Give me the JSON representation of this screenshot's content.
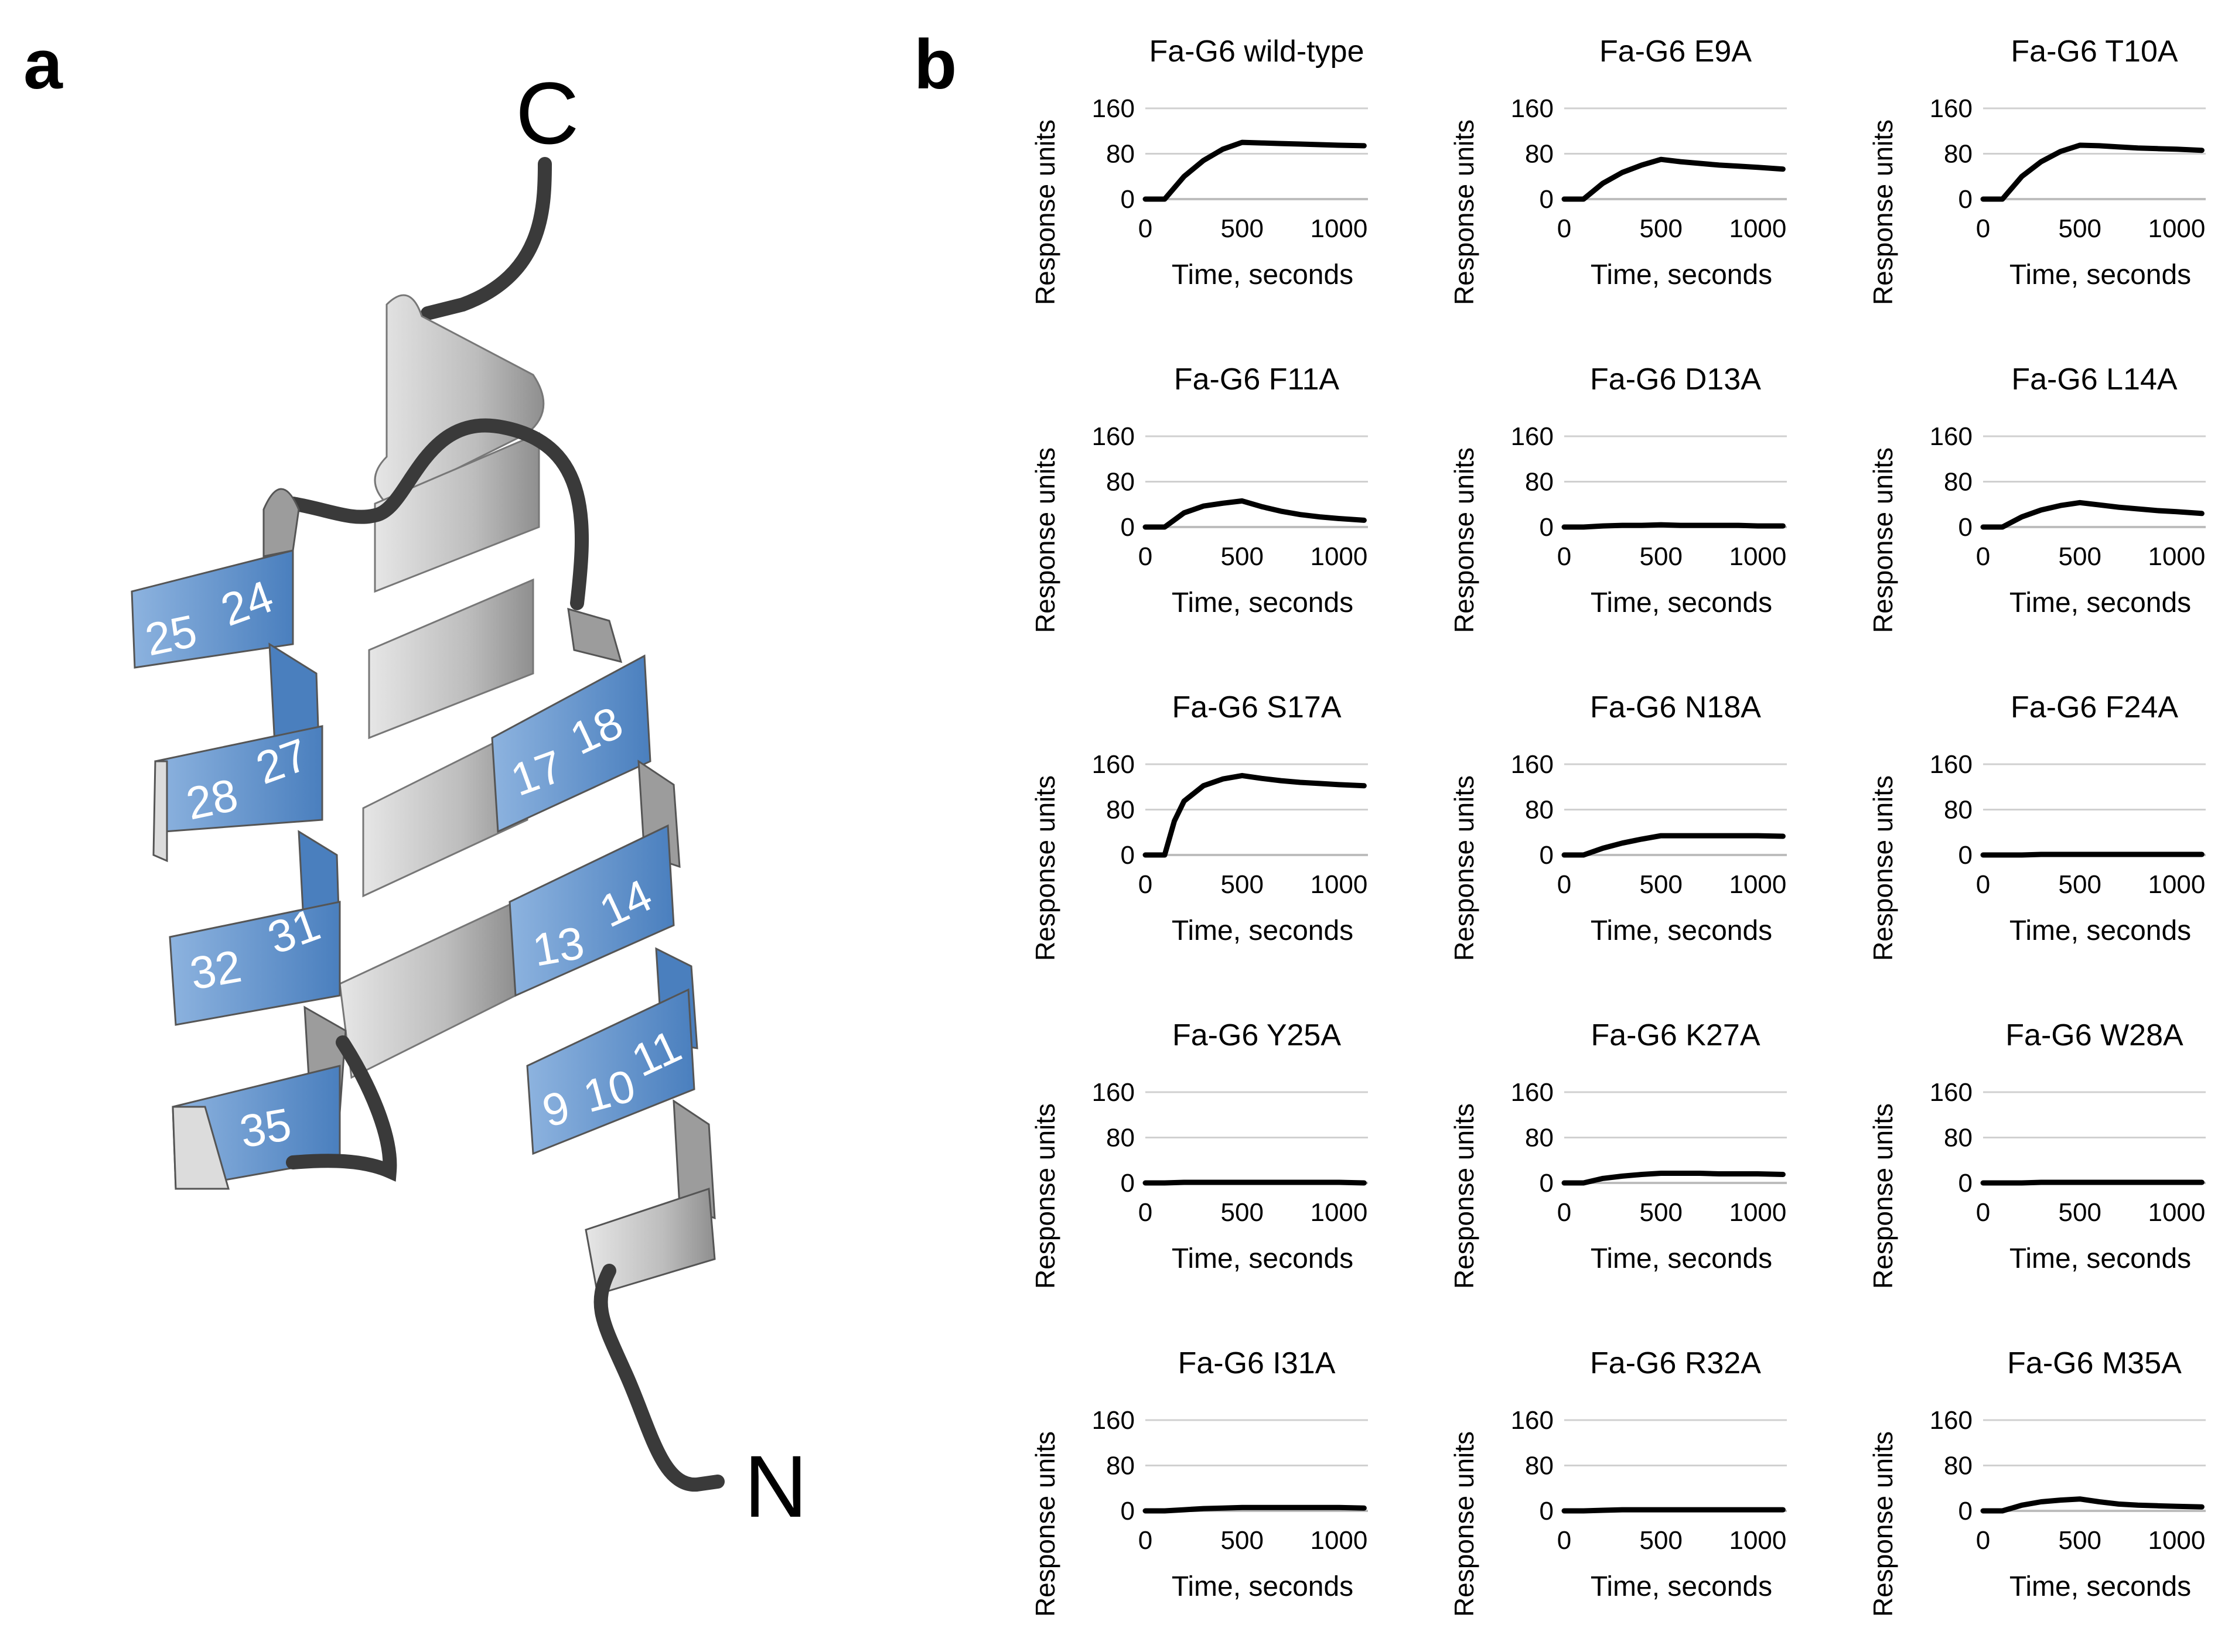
{
  "panels": {
    "a": "a",
    "b": "b"
  },
  "termini": {
    "c": "C",
    "n": "N"
  },
  "residue_labels": [
    "25",
    "24",
    "28",
    "27",
    "32",
    "31",
    "35",
    "17",
    "18",
    "13",
    "14",
    "9",
    "10",
    "11"
  ],
  "colors": {
    "helix_blue": "#5b8fc9",
    "helix_grey": "#c9c9c9",
    "loop": "#3a3a3a",
    "curve": "#000000"
  },
  "chart_data": [
    {
      "type": "line",
      "title": "Fa-G6 wild-type",
      "xlabel": "Time, seconds",
      "ylabel": "Response units",
      "xlim": [
        0,
        1150
      ],
      "ylim": [
        0,
        160
      ],
      "xticks": [
        0,
        500,
        1000
      ],
      "yticks": [
        0,
        80,
        160
      ],
      "x": [
        0,
        100,
        200,
        300,
        400,
        500,
        600,
        700,
        800,
        900,
        1000,
        1130
      ],
      "y": [
        0,
        0,
        40,
        68,
        88,
        100,
        99,
        98,
        97,
        96,
        95,
        94
      ]
    },
    {
      "type": "line",
      "title": "Fa-G6 E9A",
      "xlabel": "Time, seconds",
      "ylabel": "Response units",
      "xlim": [
        0,
        1150
      ],
      "ylim": [
        0,
        160
      ],
      "xticks": [
        0,
        500,
        1000
      ],
      "yticks": [
        0,
        80,
        160
      ],
      "x": [
        0,
        100,
        200,
        300,
        400,
        500,
        600,
        700,
        800,
        900,
        1000,
        1130
      ],
      "y": [
        0,
        0,
        28,
        47,
        60,
        70,
        66,
        63,
        60,
        58,
        56,
        53
      ]
    },
    {
      "type": "line",
      "title": "Fa-G6 T10A",
      "xlabel": "Time, seconds",
      "ylabel": "Response units",
      "xlim": [
        0,
        1150
      ],
      "ylim": [
        0,
        160
      ],
      "xticks": [
        0,
        500,
        1000
      ],
      "yticks": [
        0,
        80,
        160
      ],
      "x": [
        0,
        100,
        200,
        300,
        400,
        500,
        600,
        700,
        800,
        900,
        1000,
        1130
      ],
      "y": [
        0,
        0,
        40,
        66,
        84,
        95,
        94,
        92,
        90,
        89,
        88,
        86
      ]
    },
    {
      "type": "line",
      "title": "Fa-G6 F11A",
      "xlabel": "Time, seconds",
      "ylabel": "Response units",
      "xlim": [
        0,
        1150
      ],
      "ylim": [
        0,
        160
      ],
      "xticks": [
        0,
        500,
        1000
      ],
      "yticks": [
        0,
        80,
        160
      ],
      "x": [
        0,
        100,
        200,
        300,
        400,
        500,
        600,
        700,
        800,
        900,
        1000,
        1130
      ],
      "y": [
        0,
        0,
        25,
        37,
        42,
        46,
        36,
        28,
        22,
        18,
        15,
        12
      ]
    },
    {
      "type": "line",
      "title": "Fa-G6 D13A",
      "xlabel": "Time, seconds",
      "ylabel": "Response units",
      "xlim": [
        0,
        1150
      ],
      "ylim": [
        0,
        160
      ],
      "xticks": [
        0,
        500,
        1000
      ],
      "yticks": [
        0,
        80,
        160
      ],
      "x": [
        0,
        100,
        200,
        300,
        400,
        500,
        600,
        700,
        800,
        900,
        1000,
        1130
      ],
      "y": [
        0,
        0,
        2,
        3,
        3,
        4,
        3,
        3,
        3,
        3,
        2,
        2
      ]
    },
    {
      "type": "line",
      "title": "Fa-G6 L14A",
      "xlabel": "Time, seconds",
      "ylabel": "Response units",
      "xlim": [
        0,
        1150
      ],
      "ylim": [
        0,
        160
      ],
      "xticks": [
        0,
        500,
        1000
      ],
      "yticks": [
        0,
        80,
        160
      ],
      "x": [
        0,
        100,
        200,
        300,
        400,
        500,
        600,
        700,
        800,
        900,
        1000,
        1130
      ],
      "y": [
        0,
        0,
        18,
        30,
        38,
        43,
        39,
        35,
        32,
        29,
        27,
        24
      ]
    },
    {
      "type": "line",
      "title": "Fa-G6 S17A",
      "xlabel": "Time, seconds",
      "ylabel": "Response units",
      "xlim": [
        0,
        1150
      ],
      "ylim": [
        0,
        160
      ],
      "xticks": [
        0,
        500,
        1000
      ],
      "yticks": [
        0,
        80,
        160
      ],
      "x": [
        0,
        100,
        150,
        200,
        300,
        400,
        500,
        600,
        700,
        800,
        900,
        1000,
        1130
      ],
      "y": [
        0,
        0,
        60,
        95,
        122,
        134,
        140,
        135,
        131,
        128,
        126,
        124,
        122
      ]
    },
    {
      "type": "line",
      "title": "Fa-G6  N18A",
      "xlabel": "Time, seconds",
      "ylabel": "Response units",
      "xlim": [
        0,
        1150
      ],
      "ylim": [
        0,
        160
      ],
      "xticks": [
        0,
        500,
        1000
      ],
      "yticks": [
        0,
        80,
        160
      ],
      "x": [
        0,
        100,
        200,
        300,
        400,
        500,
        600,
        700,
        800,
        900,
        1000,
        1130
      ],
      "y": [
        0,
        0,
        12,
        21,
        28,
        34,
        34,
        34,
        34,
        34,
        34,
        33
      ]
    },
    {
      "type": "line",
      "title": "Fa-G6 F24A",
      "xlabel": "Time, seconds",
      "ylabel": "Response units",
      "xlim": [
        0,
        1150
      ],
      "ylim": [
        0,
        160
      ],
      "xticks": [
        0,
        500,
        1000
      ],
      "yticks": [
        0,
        80,
        160
      ],
      "x": [
        0,
        100,
        200,
        300,
        400,
        500,
        600,
        700,
        800,
        900,
        1000,
        1130
      ],
      "y": [
        0,
        0,
        0,
        1,
        1,
        1,
        1,
        1,
        1,
        1,
        1,
        1
      ]
    },
    {
      "type": "line",
      "title": "Fa-G6 Y25A",
      "xlabel": "Time, seconds",
      "ylabel": "Response units",
      "xlim": [
        0,
        1150
      ],
      "ylim": [
        0,
        160
      ],
      "xticks": [
        0,
        500,
        1000
      ],
      "yticks": [
        0,
        80,
        160
      ],
      "x": [
        0,
        100,
        200,
        300,
        400,
        500,
        600,
        700,
        800,
        900,
        1000,
        1130
      ],
      "y": [
        0,
        0,
        1,
        1,
        1,
        1,
        1,
        1,
        1,
        1,
        1,
        0
      ]
    },
    {
      "type": "line",
      "title": "Fa-G6 K27A",
      "xlabel": "Time, seconds",
      "ylabel": "Response units",
      "xlim": [
        0,
        1150
      ],
      "ylim": [
        0,
        160
      ],
      "xticks": [
        0,
        500,
        1000
      ],
      "yticks": [
        0,
        80,
        160
      ],
      "x": [
        0,
        100,
        200,
        300,
        400,
        500,
        600,
        700,
        800,
        900,
        1000,
        1130
      ],
      "y": [
        0,
        0,
        8,
        12,
        15,
        17,
        17,
        17,
        16,
        16,
        16,
        15
      ]
    },
    {
      "type": "line",
      "title": "Fa-G6 W28A",
      "xlabel": "Time, seconds",
      "ylabel": "Response units",
      "xlim": [
        0,
        1150
      ],
      "ylim": [
        0,
        160
      ],
      "xticks": [
        0,
        500,
        1000
      ],
      "yticks": [
        0,
        80,
        160
      ],
      "x": [
        0,
        100,
        200,
        300,
        400,
        500,
        600,
        700,
        800,
        900,
        1000,
        1130
      ],
      "y": [
        0,
        0,
        0,
        1,
        1,
        1,
        1,
        1,
        1,
        1,
        1,
        1
      ]
    },
    {
      "type": "line",
      "title": "Fa-G6  I31A",
      "xlabel": "Time, seconds",
      "ylabel": "Response units",
      "xlim": [
        0,
        1150
      ],
      "ylim": [
        0,
        160
      ],
      "xticks": [
        0,
        500,
        1000
      ],
      "yticks": [
        0,
        80,
        160
      ],
      "x": [
        0,
        100,
        200,
        300,
        400,
        500,
        600,
        700,
        800,
        900,
        1000,
        1130
      ],
      "y": [
        0,
        0,
        2,
        4,
        5,
        6,
        6,
        6,
        6,
        6,
        6,
        5
      ]
    },
    {
      "type": "line",
      "title": "Fa-G6 R32A",
      "xlabel": "Time, seconds",
      "ylabel": "Response units",
      "xlim": [
        0,
        1150
      ],
      "ylim": [
        0,
        160
      ],
      "xticks": [
        0,
        500,
        1000
      ],
      "yticks": [
        0,
        80,
        160
      ],
      "x": [
        0,
        100,
        200,
        300,
        400,
        500,
        600,
        700,
        800,
        900,
        1000,
        1130
      ],
      "y": [
        0,
        0,
        1,
        2,
        2,
        2,
        2,
        2,
        2,
        2,
        2,
        2
      ]
    },
    {
      "type": "line",
      "title": "Fa-G6 M35A",
      "xlabel": "Time, seconds",
      "ylabel": "Response units",
      "xlim": [
        0,
        1150
      ],
      "ylim": [
        0,
        160
      ],
      "xticks": [
        0,
        500,
        1000
      ],
      "yticks": [
        0,
        80,
        160
      ],
      "x": [
        0,
        100,
        200,
        300,
        400,
        500,
        600,
        700,
        800,
        900,
        1000,
        1130
      ],
      "y": [
        0,
        0,
        10,
        16,
        19,
        21,
        16,
        12,
        10,
        9,
        8,
        7
      ]
    }
  ]
}
